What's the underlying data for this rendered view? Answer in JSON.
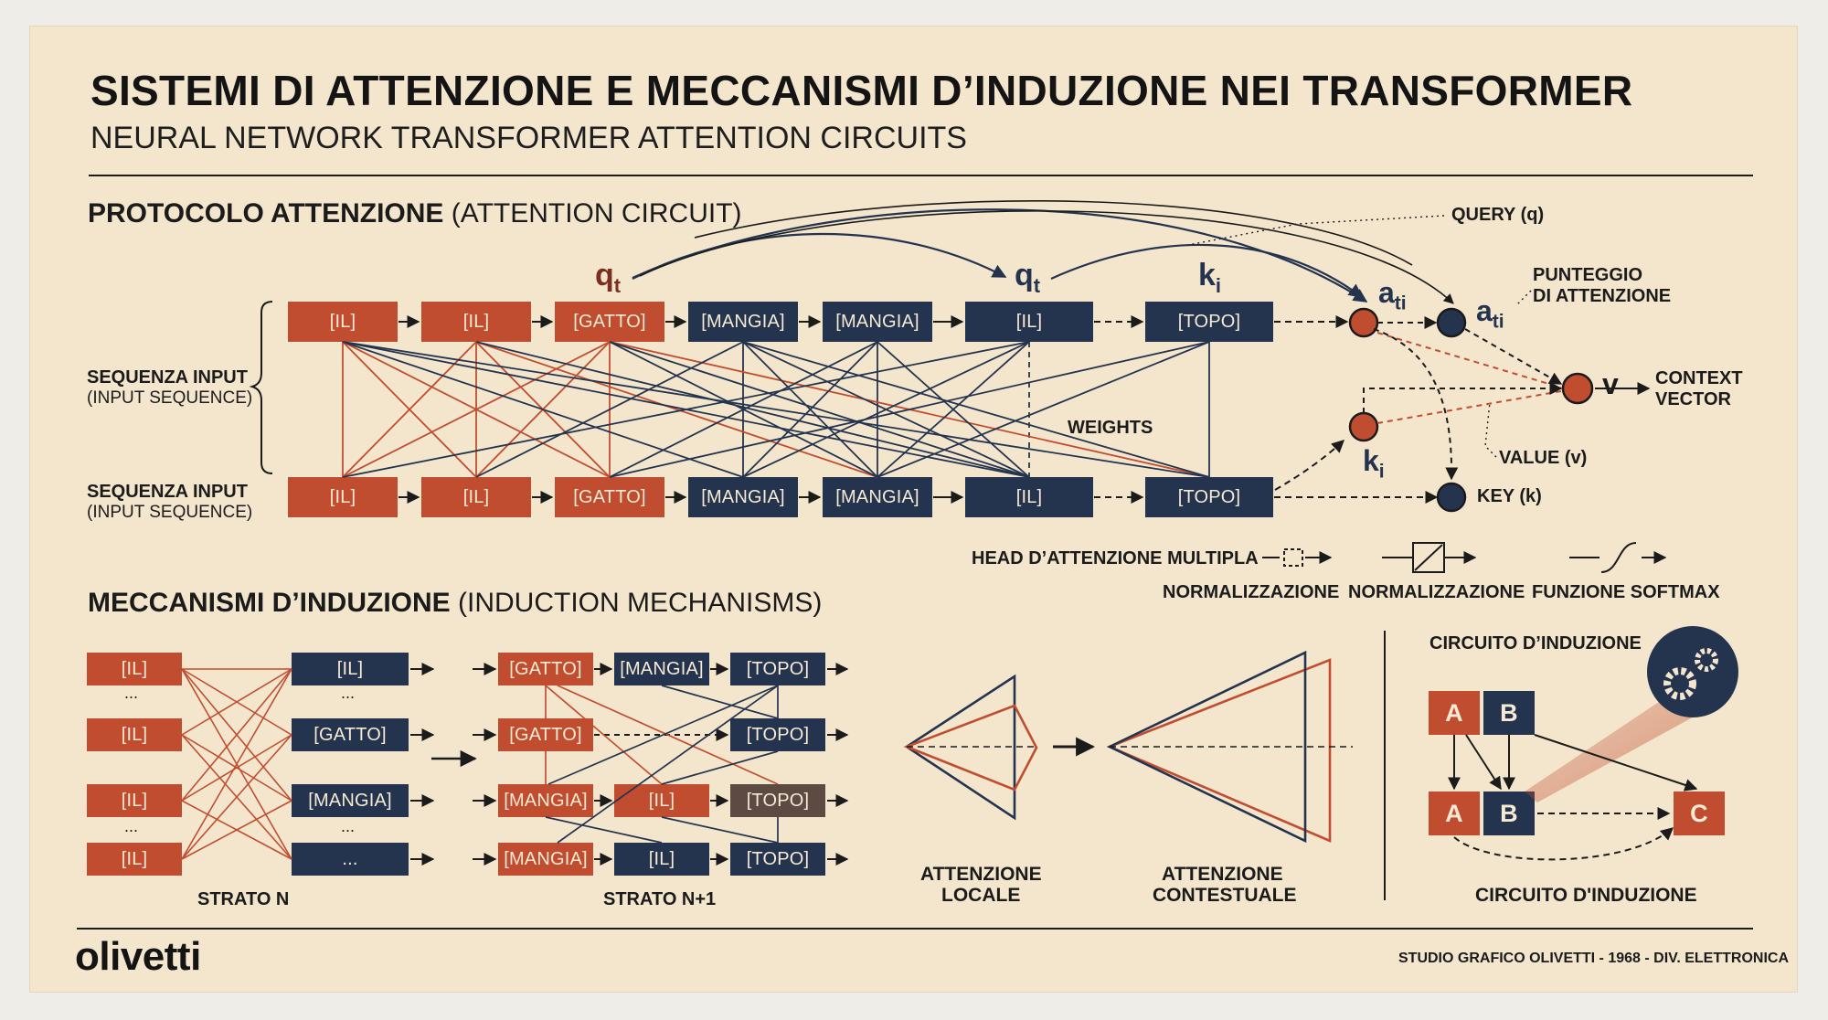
{
  "header": {
    "title": "SISTEMI DI ATTENZIONE E MECCANISMI D’INDUZIONE NEI TRANSFORMER",
    "subtitle": "NEURAL NETWORK TRANSFORMER ATTENTION CIRCUITS"
  },
  "attention": {
    "heading_bold": "PROTOCOLO ATTENZIONE",
    "heading_light": "(ATTENTION CIRCUIT)",
    "top_row": [
      "[IL]",
      "[IL]",
      "[GATTO]",
      "[MANGIA]",
      "[MANGIA]",
      "[IL]",
      "[TOPO]"
    ],
    "bottom_row": [
      "[IL]",
      "[IL]",
      "[GATTO]",
      "[MANGIA]",
      "[MANGIA]",
      "[IL]",
      "[TOPO]"
    ],
    "seq_top_1": "SEQUENZA INPUT",
    "seq_top_2": "(INPUT SEQUENCE)",
    "seq_bottom_1": "SEQUENZA INPUT",
    "seq_bottom_2": "(INPUT SEQUENCE)",
    "q_main": "q",
    "q_sub": "t",
    "k_main": "k",
    "k_sub": "i",
    "a_main": "a",
    "a_sub": "ti",
    "weights": "WEIGHTS",
    "query_label": "QUERY (q)",
    "punteggio_1": "PUNTEGGIO",
    "punteggio_2": "DI ATTENZIONE",
    "v_label": "v",
    "context_1": "CONTEXT",
    "context_2": "VECTOR",
    "value_label": "VALUE (v)",
    "key_label": "KEY (k)"
  },
  "legend": {
    "head_label": "HEAD D’ATTENZIONE MULTIPLA",
    "norm1": "NORMALIZZAZIONE",
    "norm2": "NORMALIZZAZIONE",
    "softmax": "FUNZIONE SOFTMAX"
  },
  "induction": {
    "heading_bold": "MECCANISMI D’INDUZIONE",
    "heading_light": "(INDUCTION MECHANISMS)",
    "strato_n_left": [
      "[IL]",
      "[IL]",
      "[IL]",
      "[IL]"
    ],
    "strato_n_right": [
      "[IL]",
      "[GATTO]",
      "[MANGIA]",
      "..."
    ],
    "ellipsis": "...",
    "strato_n": "STRATO N",
    "strato_n1_rows": [
      [
        "[GATTO]",
        "[MANGIA]",
        "[TOPO]"
      ],
      [
        "[GATTO]",
        "",
        "[TOPO]"
      ],
      [
        "[MANGIA]",
        "[IL]",
        "[TOPO]"
      ],
      [
        "[MANGIA]",
        "[IL]",
        "[TOPO]"
      ]
    ],
    "strato_n1": "STRATO N+1",
    "locale_1": "ATTENZIONE",
    "locale_2": "LOCALE",
    "contestuale_1": "ATTENZIONE",
    "contestuale_2": "CONTESTUALE",
    "circuit_title": "CIRCUITO D’INDUZIONE",
    "circuit_footer": "CIRCUITO D'INDUZIONE",
    "letters": [
      "A",
      "B",
      "A",
      "B",
      "C"
    ]
  },
  "footer": {
    "brand": "olivetti",
    "credit": "STUDIO GRAFICO OLIVETTI - 1968 - DIV. ELETTRONICA"
  },
  "icons": [
    "gear-icon",
    "dashed-box-icon",
    "normalization-box-icon",
    "sigmoid-icon",
    "bracket-icon"
  ],
  "colors": {
    "paper": "#f3e6cd",
    "red": "#c14d31",
    "navy": "#24344f",
    "ink": "#1b1b1b"
  }
}
